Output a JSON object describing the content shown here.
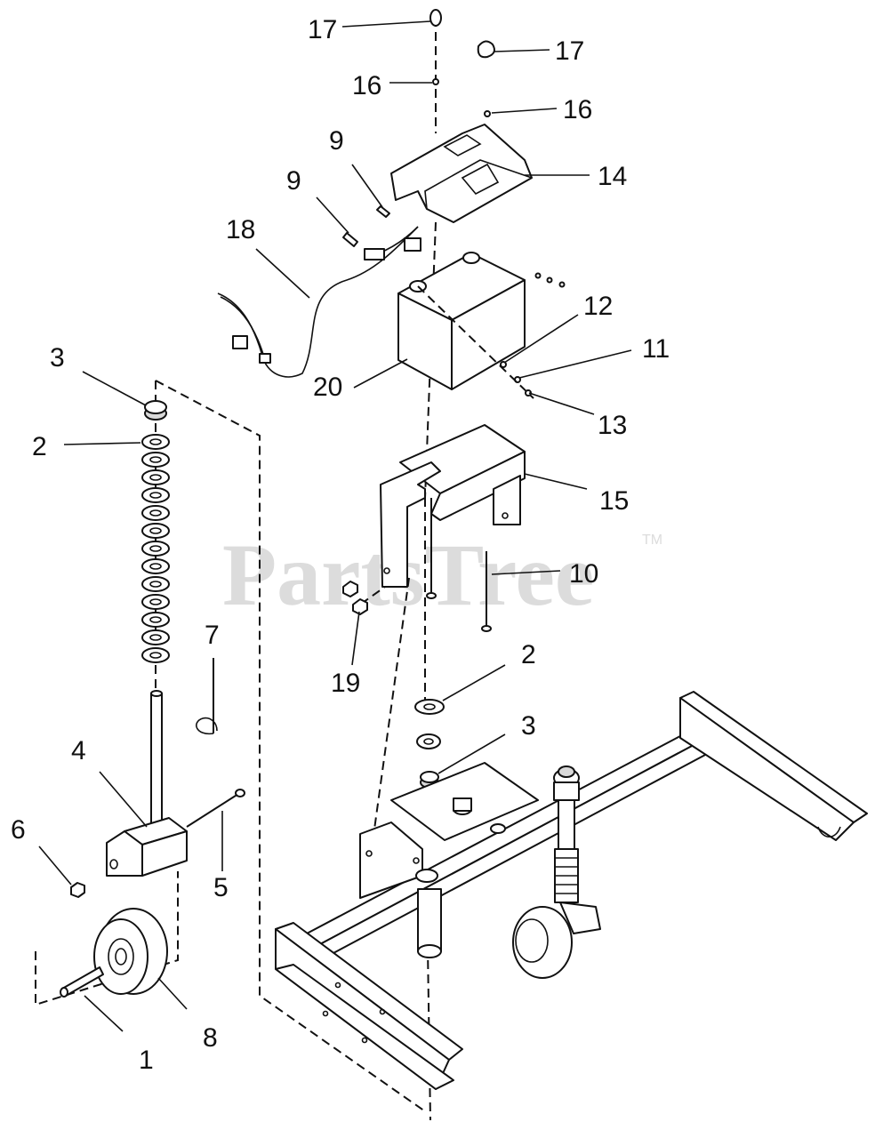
{
  "watermark": {
    "text": "PartsTree",
    "tm": "TM"
  },
  "callouts": {
    "c17a": "17",
    "c17b": "17",
    "c16a": "16",
    "c16b": "16",
    "c9a": "9",
    "c9b": "9",
    "c14": "14",
    "c18": "18",
    "c12": "12",
    "c11": "11",
    "c13": "13",
    "c20": "20",
    "c3a": "3",
    "c2a": "2",
    "c15": "15",
    "c10": "10",
    "c7": "7",
    "c19": "19",
    "c2b": "2",
    "c3b": "3",
    "c4": "4",
    "c6": "6",
    "c5": "5",
    "c8": "8",
    "c1": "1"
  }
}
